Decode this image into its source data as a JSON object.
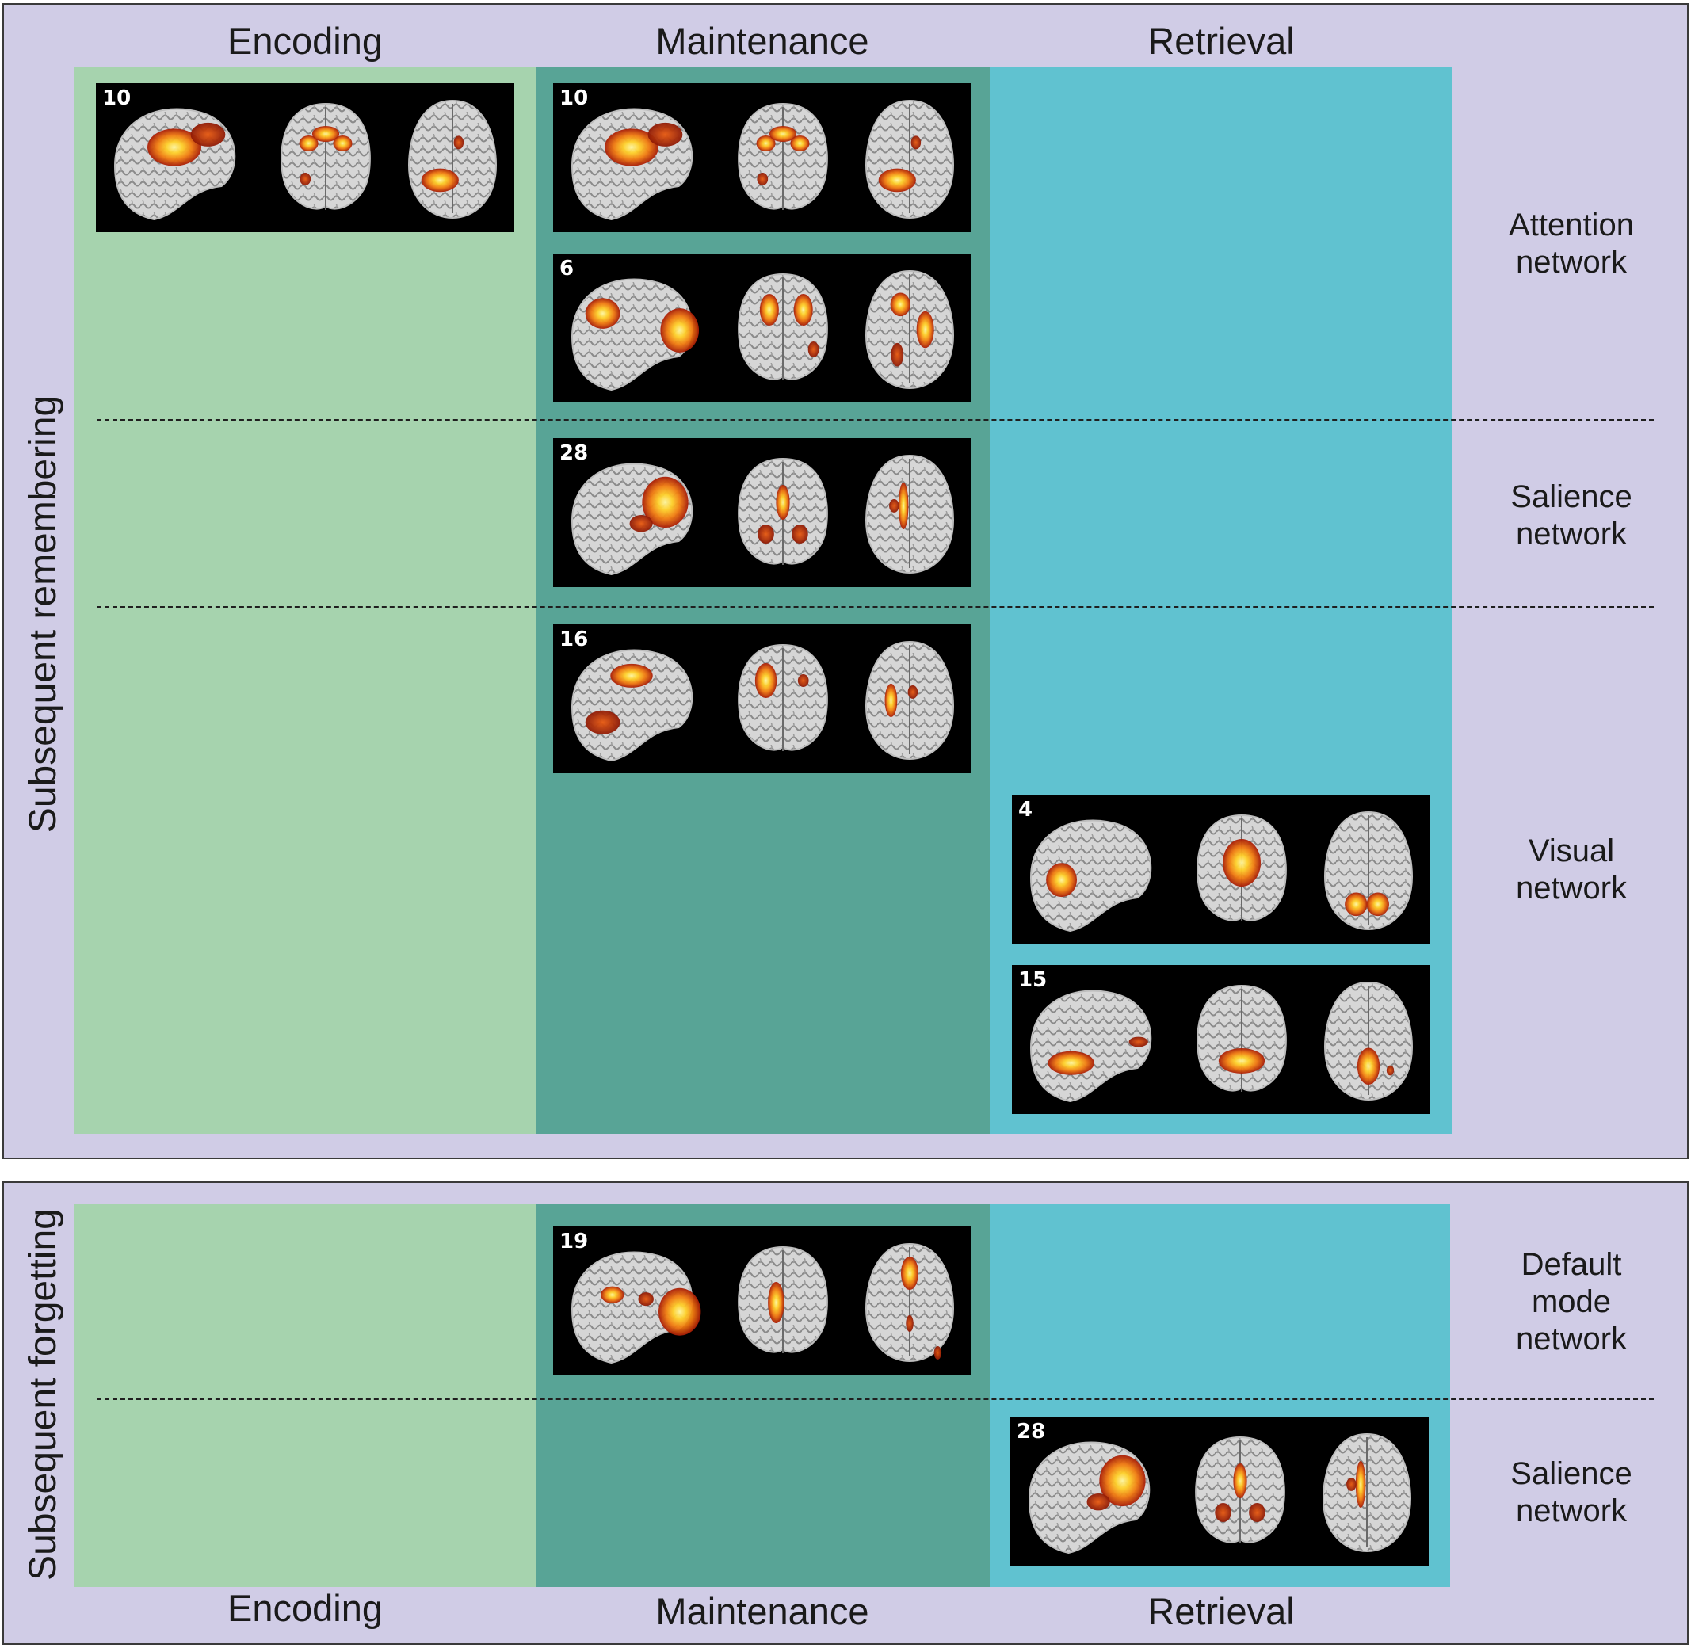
{
  "headers_top": {
    "encoding": "Encoding",
    "maintenance": "Maintenance",
    "retrieval": "Retrieval"
  },
  "headers_bottom": {
    "encoding": "Encoding",
    "maintenance": "Maintenance",
    "retrieval": "Retrieval"
  },
  "side_labels": {
    "remembering": "Subsequent remembering",
    "forgetting": "Subsequent forgetting"
  },
  "networks": {
    "attention": [
      "Attention",
      "network"
    ],
    "salience_top": [
      "Salience",
      "network"
    ],
    "visual": [
      "Visual",
      "network"
    ],
    "default_mode": [
      "Default",
      "mode",
      "network"
    ],
    "salience_bottom": [
      "Salience",
      "network"
    ]
  },
  "components": {
    "enc_attention": "10",
    "mnt_attention_a": "10",
    "mnt_attention_b": "6",
    "mnt_salience": "28",
    "mnt_visual": "16",
    "ret_visual_a": "4",
    "ret_visual_b": "15",
    "mnt_default": "19",
    "ret_salience": "28"
  },
  "colors": {
    "panel": "#d0cce6",
    "encoding": "#a6d3ae",
    "maintenance": "#58a496",
    "retrieval": "#60c2d0",
    "activation_hot": "#ffe84a",
    "activation_mid": "#f08a10",
    "activation_low": "#b02008"
  }
}
